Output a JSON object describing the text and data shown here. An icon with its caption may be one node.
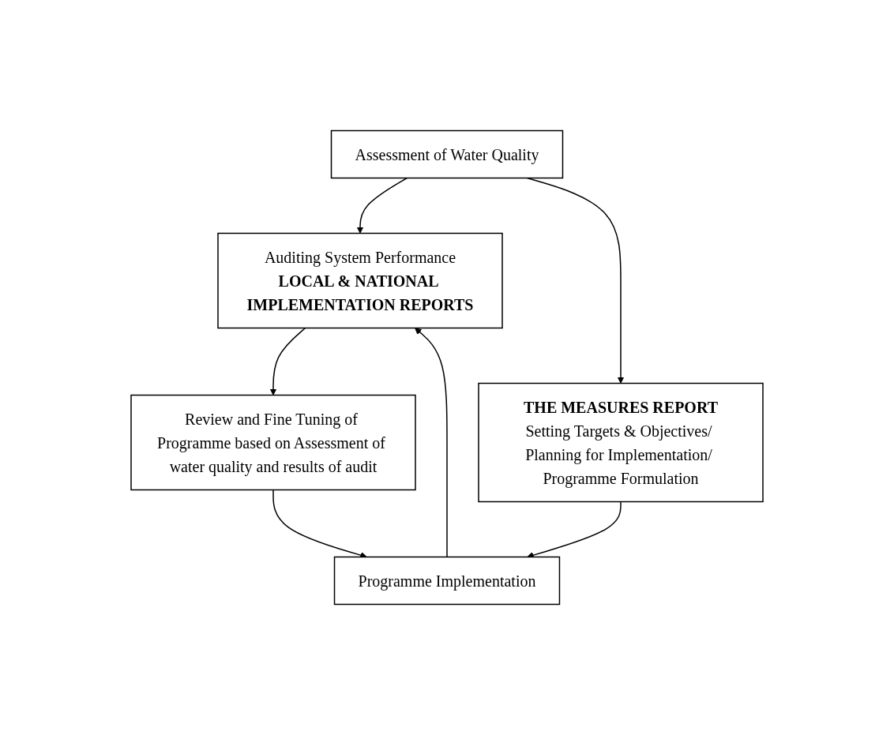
{
  "diagram": {
    "nodes": [
      {
        "text": [
          "Assessment of Water Quality"
        ]
      },
      {
        "text": [
          "Review and Fine Tuning of Programme based on Assessment of water quality and results of audit"
        ]
      },
      {
        "text": [
          "THE MEASURES REPORT",
          "Setting Targets & Objectives/ Planning for Implementation/ Programme Formulation"
        ]
      },
      {
        "text": [
          "Auditing System Performance",
          "LOCAL & NATIONAL IMPLEMENTATION REPORTS"
        ]
      },
      {
        "text": [
          "Programme Implementation"
        ]
      }
    ],
    "edges": [
      {
        "from": 0,
        "to": 3,
        "arrow": "to"
      },
      {
        "from": 0,
        "to": 2,
        "arrow": "to"
      },
      {
        "from": 3,
        "to": 1,
        "arrow": "to"
      },
      {
        "from": 1,
        "to": 4,
        "arrow": "to"
      },
      {
        "from": 2,
        "to": 4,
        "arrow": "to"
      },
      {
        "from": 4,
        "to": 3,
        "arrow": "to"
      }
    ]
  }
}
